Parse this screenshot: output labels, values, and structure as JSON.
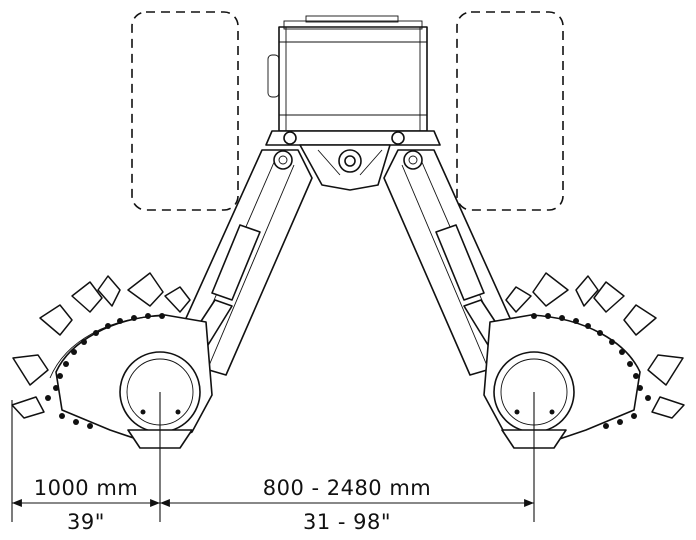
{
  "dimensions": {
    "left_metric": "1000 mm",
    "left_imperial": "39\"",
    "center_metric": "800 - 2480 mm",
    "center_imperial": "31 - 98\""
  }
}
